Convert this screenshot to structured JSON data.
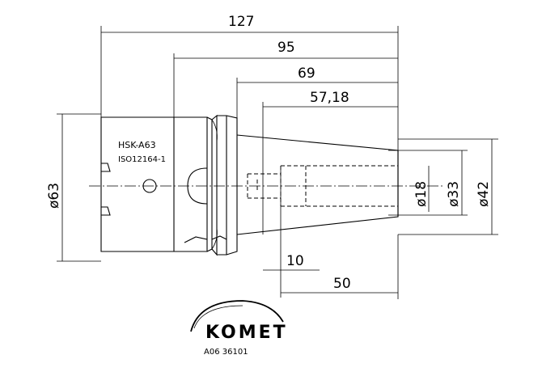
{
  "dimensions": {
    "length_total": "127",
    "length_95": "95",
    "length_69": "69",
    "length_57": "57,18",
    "length_10": "10",
    "length_50": "50",
    "dia_63": "ø63",
    "dia_18": "ø18",
    "dia_33": "ø33",
    "dia_42": "ø42"
  },
  "labels": {
    "shank_type": "HSK-A63",
    "standard": "ISO12164-1",
    "brand": "KOMET",
    "part_number": "A06 36101"
  }
}
